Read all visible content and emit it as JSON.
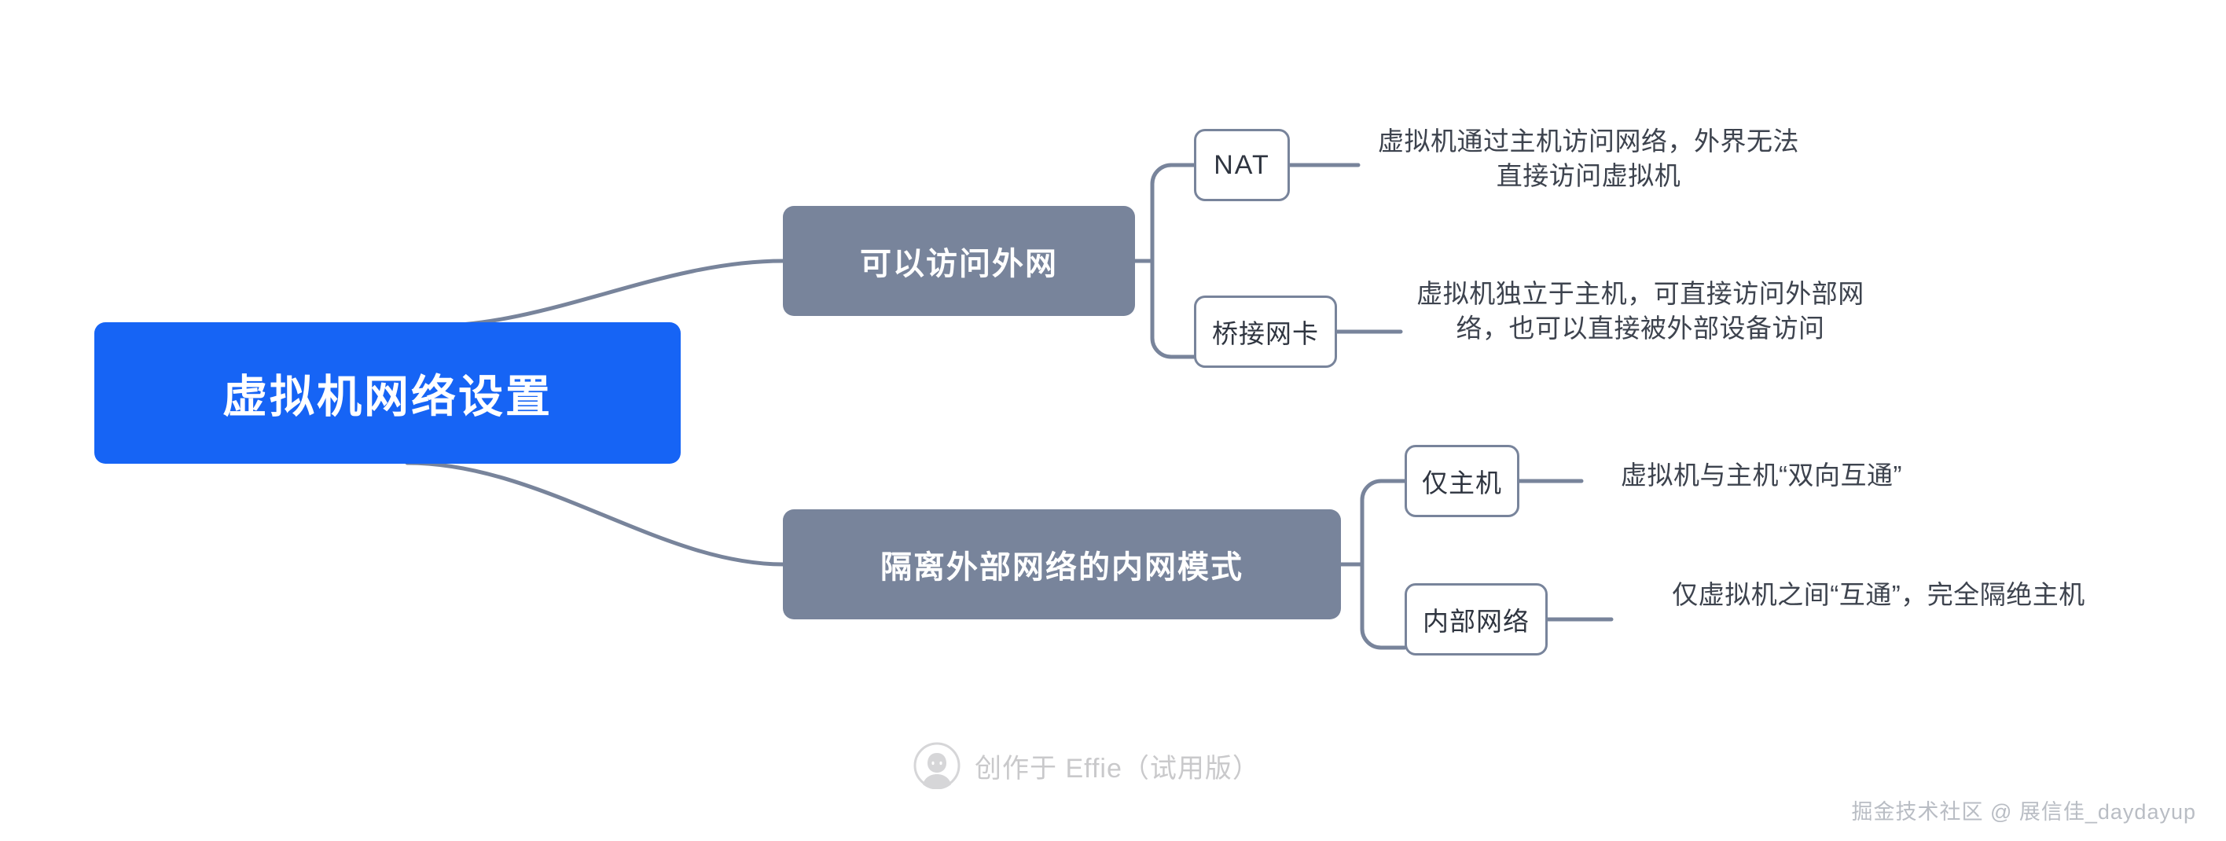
{
  "diagram": {
    "type": "mindmap",
    "orientation": "left-to-right",
    "root": {
      "label": "虚拟机网络设置",
      "color": "#1664f5",
      "text_color": "#ffffff"
    },
    "branch_color": "#78849b",
    "leaf_border_color": "#78849b",
    "connector_color": "#78849b",
    "branches": [
      {
        "label": "可以访问外网",
        "children": [
          {
            "label": "NAT",
            "description": "虚拟机通过主机访问网络，外界无法直接访问虚拟机"
          },
          {
            "label": "桥接网卡",
            "description": "虚拟机独立于主机，可直接访问外部网络，也可以直接被外部设备访问"
          }
        ]
      },
      {
        "label": "隔离外部网络的内网模式",
        "children": [
          {
            "label": "仅主机",
            "description": "虚拟机与主机“双向互通”"
          },
          {
            "label": "内部网络",
            "description": "仅虚拟机之间“互通”，完全隔绝主机"
          }
        ]
      }
    ]
  },
  "watermark": {
    "text": "创作于 Effie（试用版）",
    "icon": "avatar-icon",
    "color": "#c9c9cb"
  },
  "attribution": {
    "text": "掘金技术社区 @ 展信佳_daydayup",
    "color": "#b9bdc4"
  }
}
